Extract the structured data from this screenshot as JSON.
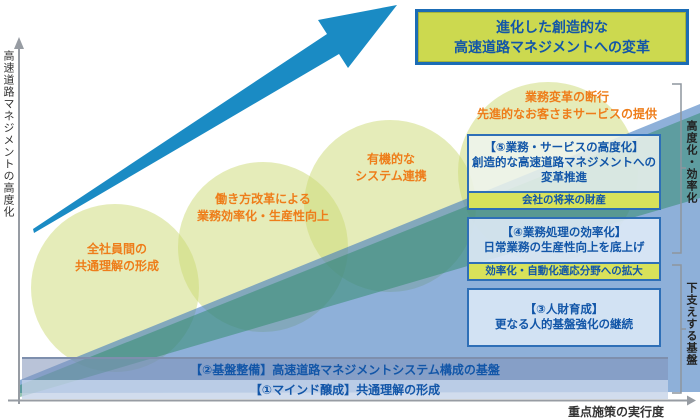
{
  "goal_banner": {
    "line1": "進化した創造的な",
    "line2": "高速道路マネジメントへの変革"
  },
  "axes": {
    "y_label": "高速道路マネジメントの高度化",
    "x_label": "重点施策の実行度"
  },
  "stages": [
    {
      "line1": "全社員間の",
      "line2": "共通理解の形成"
    },
    {
      "line1": "働き方改革による",
      "line2": "業務効率化・生産性向上"
    },
    {
      "line1": "有機的な",
      "line2": "システム連携"
    },
    {
      "line1": "業務変革の断行",
      "line2": "先進的なお客さまサービスの提供"
    }
  ],
  "boxes": [
    {
      "title": "【⑤業務・サービスの高度化】",
      "body_line1": "創造的な高速道路マネジメントへの",
      "body_line2": "変革推進",
      "tag": "会社の将来の財産"
    },
    {
      "title": "【④業務処理の効率化】",
      "body_line1": "日常業務の生産性向上を底上げ",
      "tag": "効率化・自動化適応分野への拡大"
    },
    {
      "title": "【③人財育成】",
      "body_line1": "更なる人的基盤強化の継続"
    }
  ],
  "bars": [
    {
      "label": "【②基盤整備】高速道路マネジメントシステム構成の基盤"
    },
    {
      "label": "【①マインド醸成】共通理解の形成"
    }
  ],
  "brackets": [
    {
      "label": "高度化・効率化"
    },
    {
      "label": "下支えする基盤"
    }
  ],
  "colors": {
    "arrow_blue": "#1a8bc4",
    "deep_blue_text": "#1256a8",
    "orange_text": "#ee7d1a",
    "banner_yellow_green": "#ccd94f",
    "tag_yellow_green": "#d8e25a",
    "circle_yellow_green": "#ccda74",
    "teal_band": "#2e8a68",
    "blue_band": "#3c77bd",
    "box_border": "#2e6fb7",
    "axis_gray": "#979ca3"
  }
}
